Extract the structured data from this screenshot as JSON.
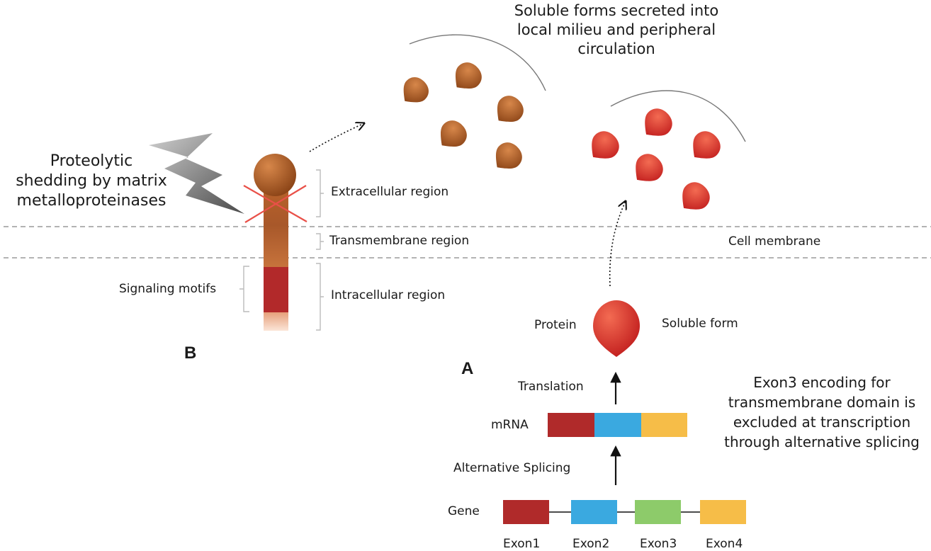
{
  "panel_a_letter": "A",
  "panel_b_letter": "B",
  "soluble_forms_text": [
    "Soluble forms secreted into",
    "local milieu and peripheral",
    "circulation"
  ],
  "shedding_text": [
    "Proteolytic",
    "shedding by matrix",
    "metalloproteinases"
  ],
  "exon3_text": [
    "Exon3 encoding for",
    "transmembrane domain is",
    "excluded at transcription",
    "through alternative splicing"
  ],
  "regions": {
    "extracellular": "Extracellular region",
    "transmembrane": "Transmembrane region",
    "intracellular": "Intracellular region",
    "cell_membrane": "Cell membrane",
    "signaling_motifs": "Signaling motifs"
  },
  "pathway": {
    "protein": "Protein",
    "soluble_form": "Soluble form",
    "translation": "Translation",
    "mrna": "mRNA",
    "alternative_splicing": "Alternative Splicing",
    "gene": "Gene"
  },
  "exons": [
    "Exon1",
    "Exon2",
    "Exon3",
    "Exon4"
  ],
  "colors": {
    "exon1": "#b02a2a",
    "exon2": "#3aa9e0",
    "exon3": "#8dcb6a",
    "exon4": "#f6bd48",
    "brown_protein": "#b9632a",
    "red_protein": "#e23a2a",
    "membrane_line": "#9a9a9a"
  }
}
